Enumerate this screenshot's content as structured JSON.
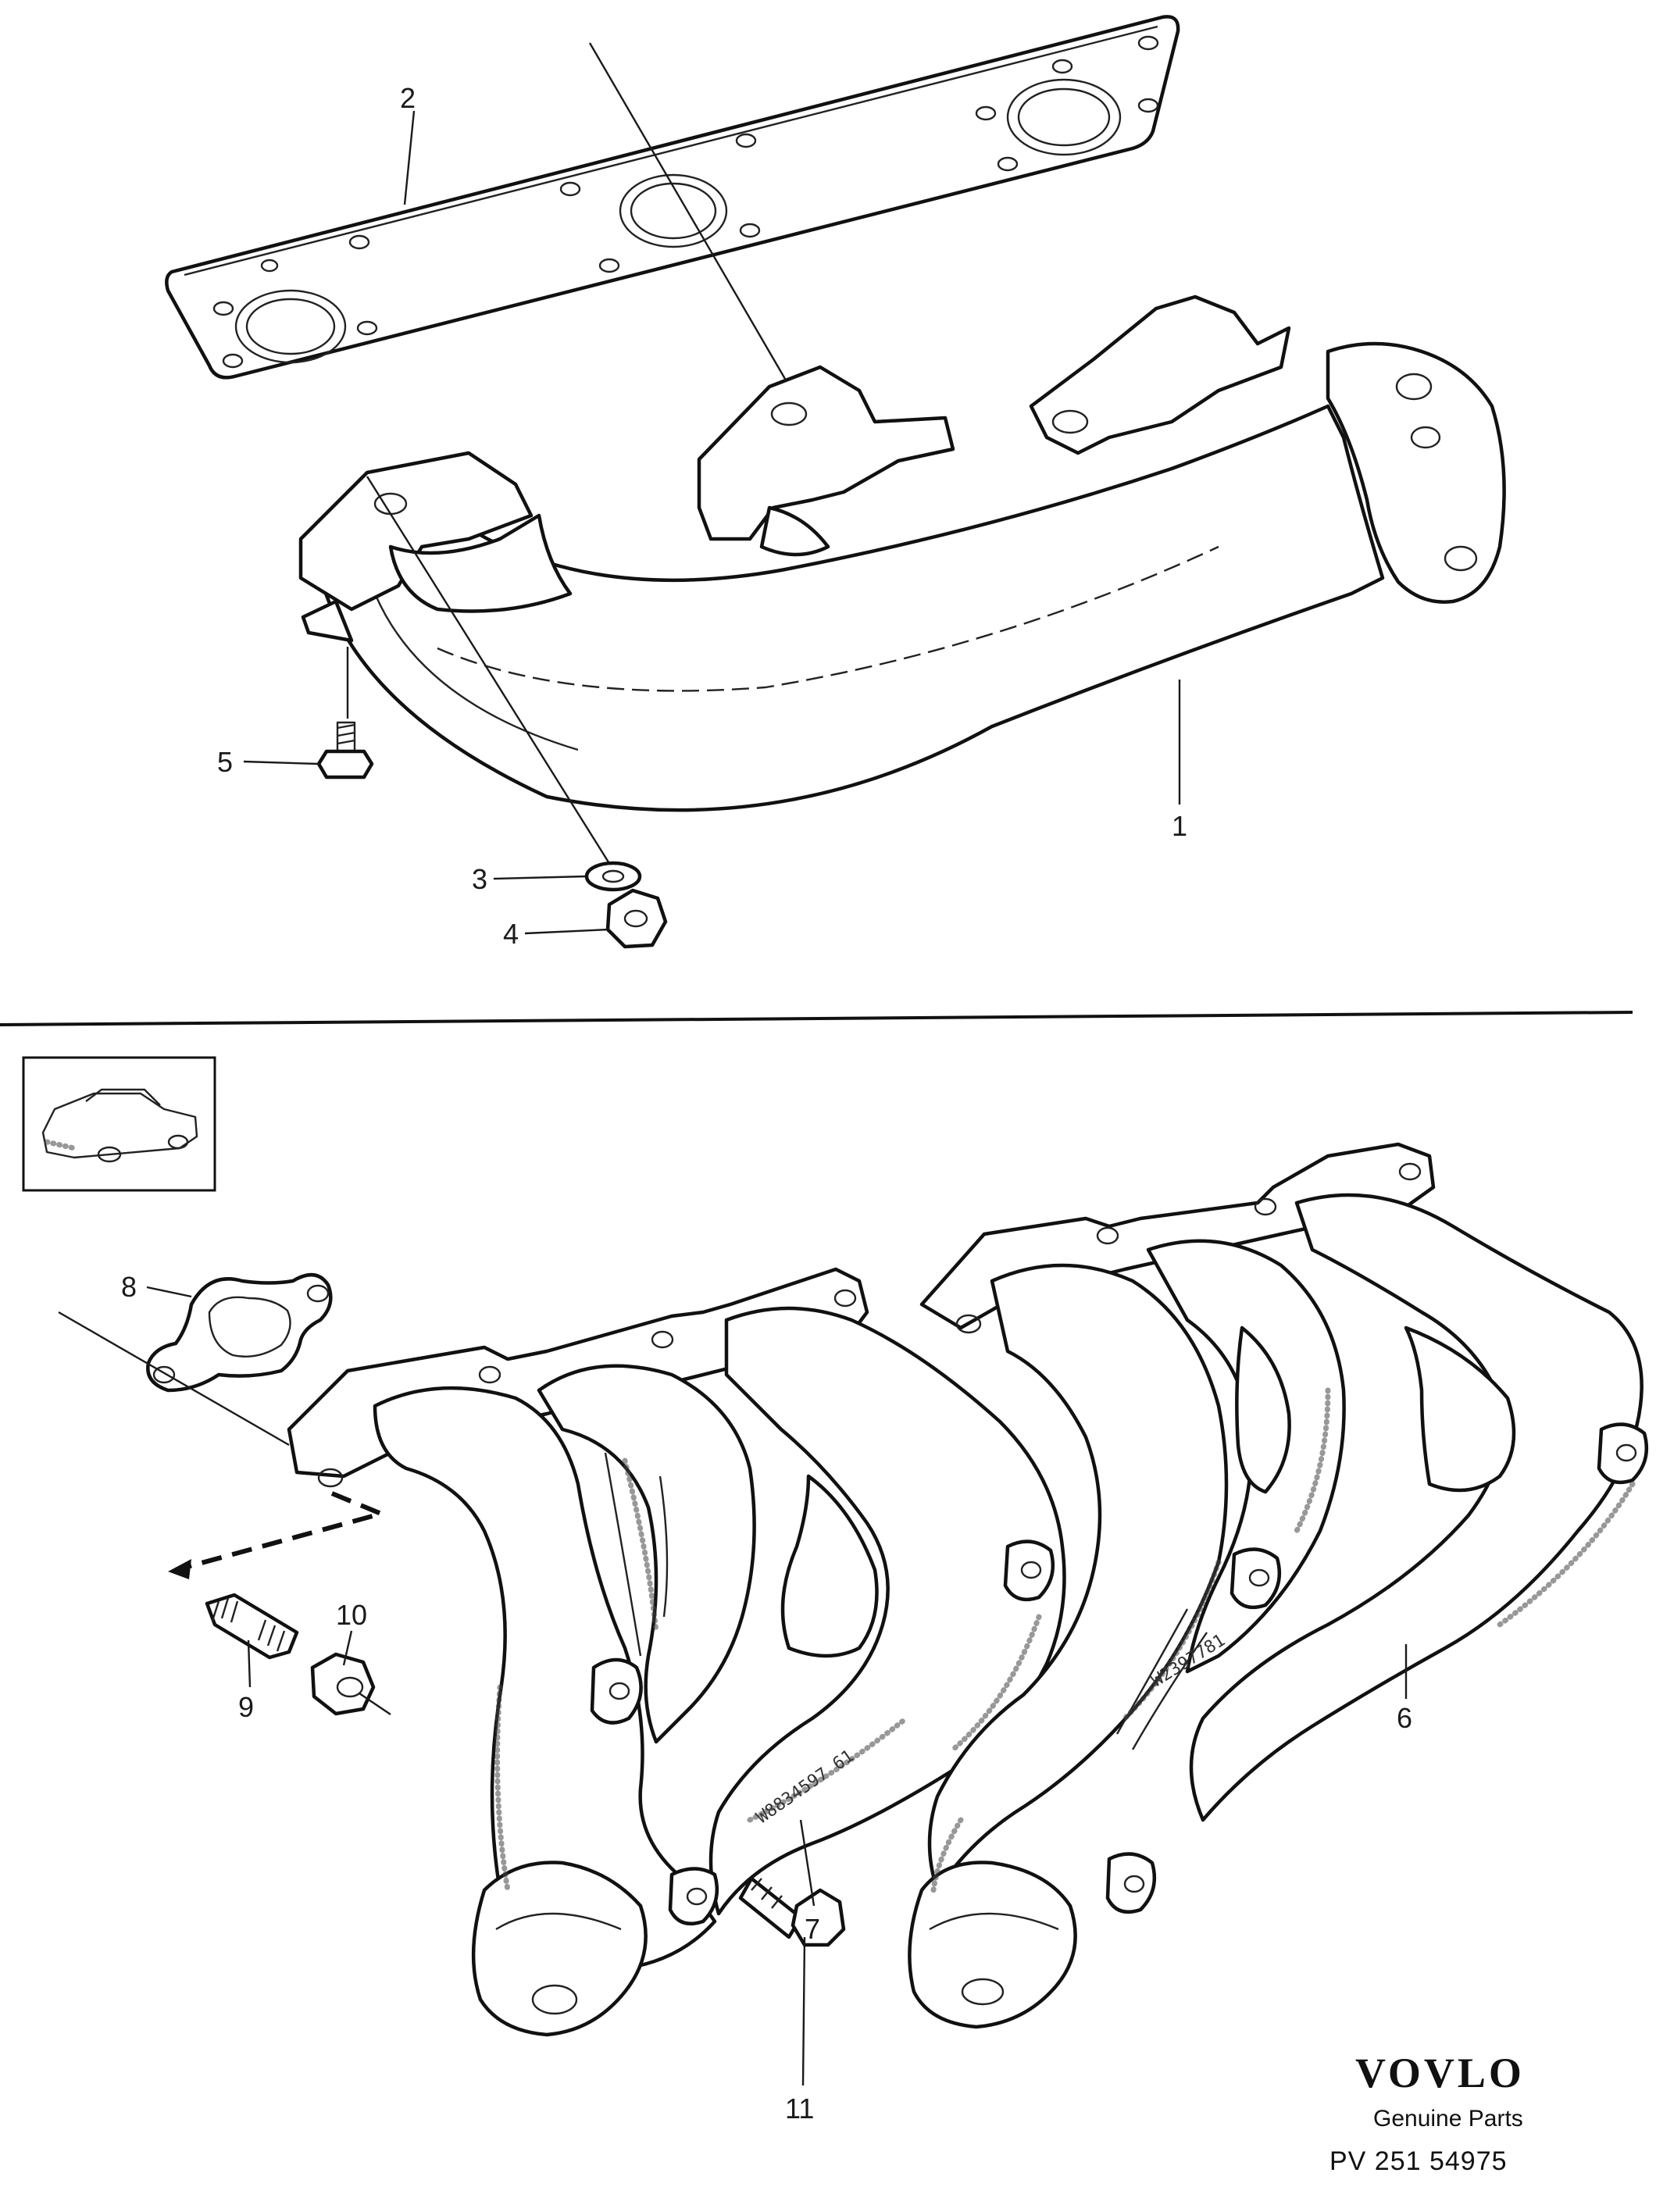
{
  "labels": {
    "n1": "1",
    "n2": "2",
    "n3": "3",
    "n4": "4",
    "n5": "5",
    "n6": "6",
    "n7": "7",
    "n8": "8",
    "n9": "9",
    "n10": "10",
    "n11": "11"
  },
  "castings": {
    "left": "W8834597  61",
    "right": "W2397781"
  },
  "brand": {
    "name": "VOVLO",
    "subtitle": "Genuine Parts",
    "code": "PV 251 54975"
  },
  "colors": {
    "ink": "#1a1a1a",
    "paper": "#ffffff"
  }
}
